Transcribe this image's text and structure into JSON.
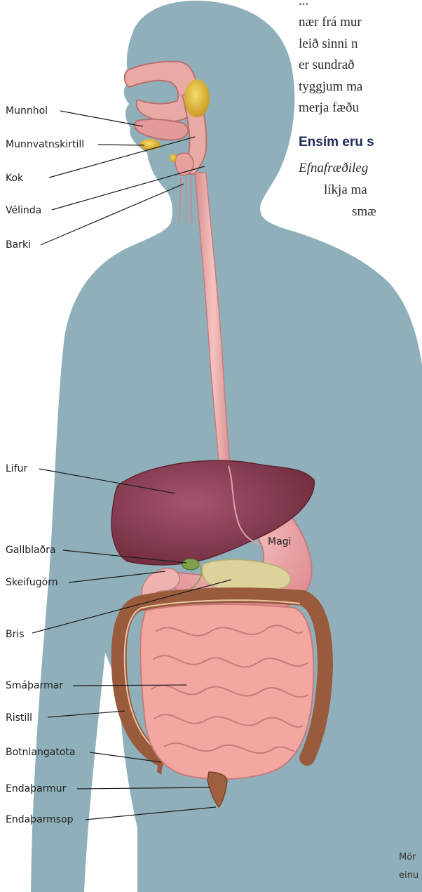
{
  "labels": {
    "munnhol": "Munnhol",
    "munnvatnskirtill": "Munnvatnskirtill",
    "kok": "Kok",
    "velinda": "Vélinda",
    "barki": "Barki",
    "lifur": "Lifur",
    "magi": "Magi",
    "gallbladra": "Gallblaðra",
    "skeifugorn": "Skeifugörn",
    "bris": "Bris",
    "smaparmar": "Smáþarmar",
    "ristill": "Ristill",
    "botnlangatota": "Botnlangatota",
    "endaparmur": "Endaþarmur",
    "endaparmsop": "Endaþarmsop"
  },
  "body_text": {
    "line0": "...",
    "line1": "nær frá mur",
    "line2": "leið sinni n",
    "line3": "er sundrað",
    "line4": "tyggjum ma",
    "line5": "merja fæðu",
    "heading": "Ensím eru s",
    "italic_line": "Efnafræðileg",
    "line6": "líkja ma",
    "line7": "smæ"
  },
  "caption": {
    "line1": "Mör",
    "line2": "einu"
  },
  "colors": {
    "body": "#8fb0ba",
    "tissue": "#e9a9a5",
    "liver": "#8a3d50",
    "stomach": "#f0aeb0",
    "intestine": "#f2a8a0",
    "colon": "#9a5a3c",
    "gland": "#e8c24a",
    "pancreas": "#dcd39c"
  }
}
